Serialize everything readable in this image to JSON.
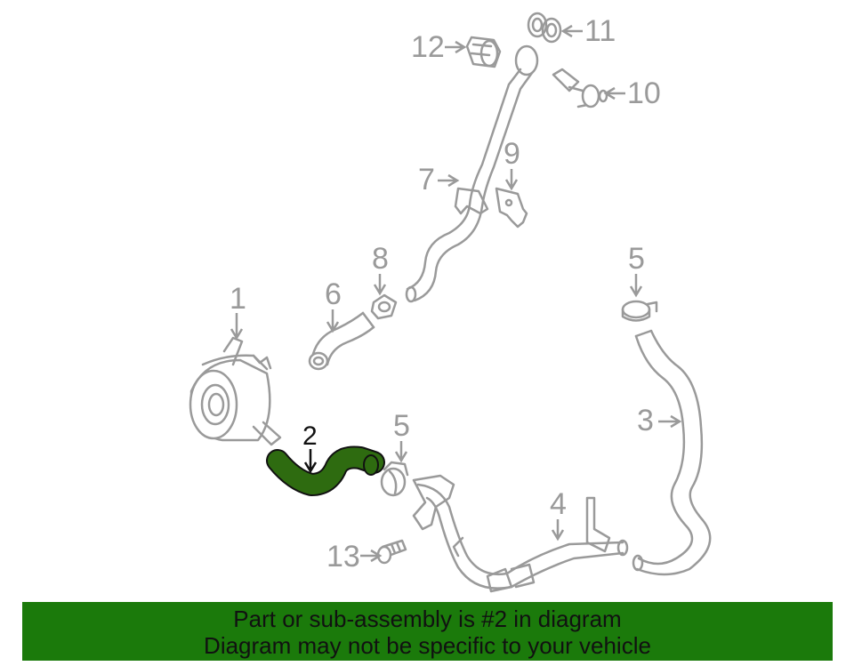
{
  "callouts": {
    "c1": "1",
    "c2": "2",
    "c3": "3",
    "c4": "4",
    "c5a": "5",
    "c5b": "5",
    "c6": "6",
    "c7": "7",
    "c8": "8",
    "c9": "9",
    "c10": "10",
    "c11": "11",
    "c12": "12",
    "c13": "13"
  },
  "highlight": {
    "part": "2",
    "color": "#2e6b10"
  },
  "colors": {
    "line_art": "#9a9a9a",
    "banner": "#1b7a0b",
    "text": "#111111"
  },
  "banner": {
    "line1": "Part or sub-assembly is #2 in diagram",
    "line2": "Diagram may not be specific to your vehicle"
  }
}
